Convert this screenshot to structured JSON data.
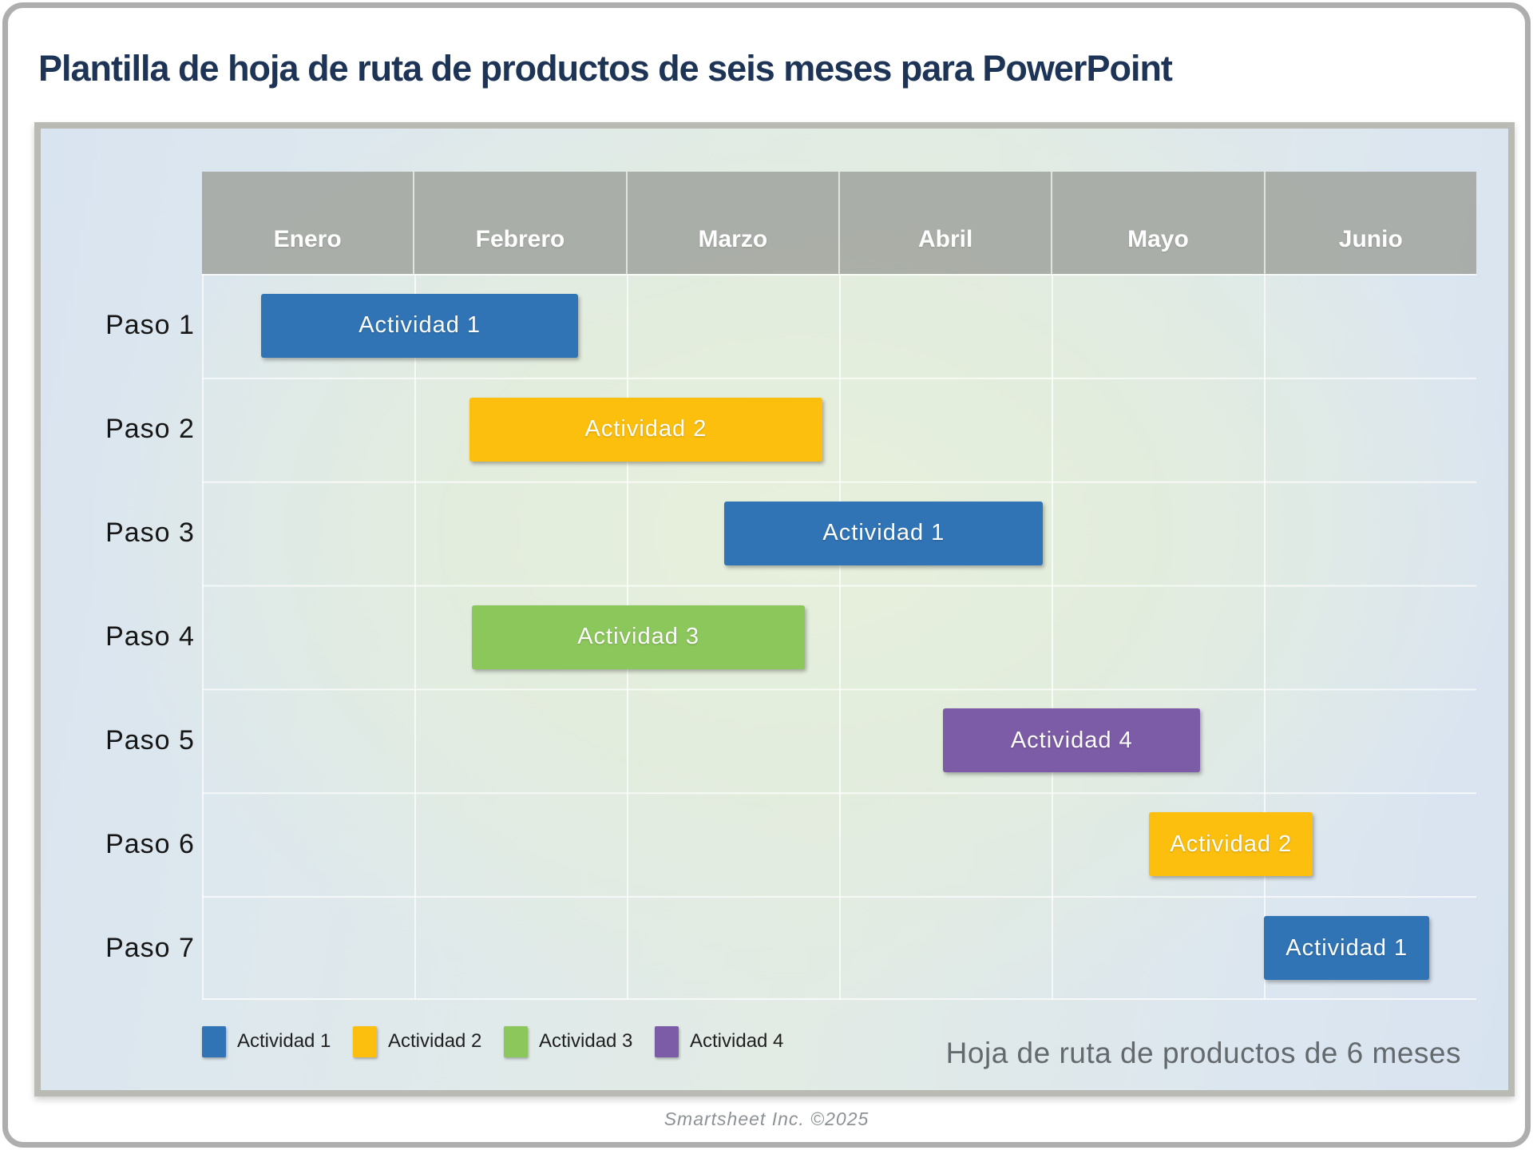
{
  "title": "Plantilla de hoja de ruta de productos de seis meses para PowerPoint",
  "footer": "Smartsheet Inc. ©2025",
  "colors": {
    "title_text": "#1D3456",
    "header_fill": "#A0A39E",
    "caption_text": "#63696D",
    "footer_text": "#8D9296",
    "activity_1": "#3074B5",
    "activity_2": "#FCBF0E",
    "activity_3": "#8CC75C",
    "activity_4": "#7C5CA6"
  },
  "chart_data": {
    "type": "gantt",
    "title": "Plantilla de hoja de ruta de productos de seis meses para PowerPoint",
    "caption": "Hoja de ruta de productos de 6 meses",
    "months": [
      "Enero",
      "Febrero",
      "Marzo",
      "Abril",
      "Mayo",
      "Junio"
    ],
    "row_labels": [
      "Paso 1",
      "Paso 2",
      "Paso 3",
      "Paso 4",
      "Paso 5",
      "Paso 6",
      "Paso 7"
    ],
    "axis_range_months": [
      0,
      6
    ],
    "grid": true,
    "legend_position": "bottom-left",
    "bars": [
      {
        "row": "Paso 1",
        "label": "Actividad 1",
        "start_month": 0.28,
        "end_month": 1.77
      },
      {
        "row": "Paso 2",
        "label": "Actividad 2",
        "start_month": 1.26,
        "end_month": 2.92
      },
      {
        "row": "Paso 3",
        "label": "Actividad 1",
        "start_month": 2.46,
        "end_month": 3.96
      },
      {
        "row": "Paso 4",
        "label": "Actividad 3",
        "start_month": 1.27,
        "end_month": 2.84
      },
      {
        "row": "Paso 5",
        "label": "Actividad 4",
        "start_month": 3.49,
        "end_month": 4.7
      },
      {
        "row": "Paso 6",
        "label": "Actividad 2",
        "start_month": 4.46,
        "end_month": 5.23
      },
      {
        "row": "Paso 7",
        "label": "Actividad 1",
        "start_month": 5.0,
        "end_month": 5.78
      }
    ],
    "legend": [
      {
        "label": "Actividad 1",
        "color": "#3074B5"
      },
      {
        "label": "Actividad 2",
        "color": "#FCBF0E"
      },
      {
        "label": "Actividad 3",
        "color": "#8CC75C"
      },
      {
        "label": "Actividad 4",
        "color": "#7C5CA6"
      }
    ]
  }
}
